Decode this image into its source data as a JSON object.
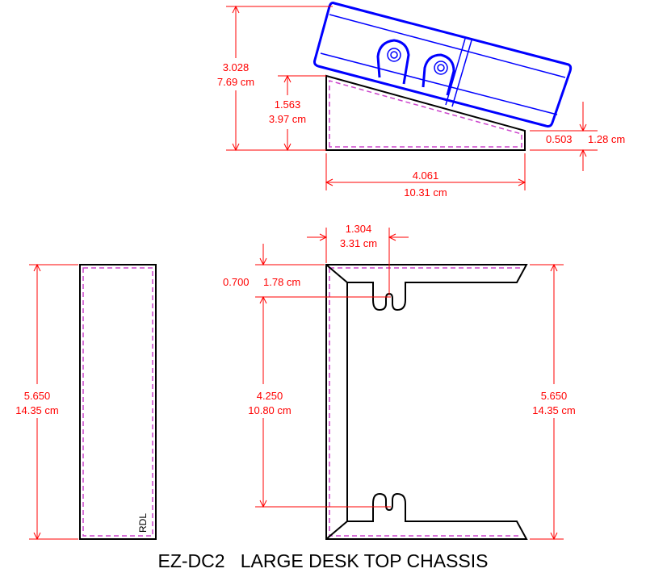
{
  "title": "EZ-DC2   LARGE DESK TOP CHASSIS",
  "side_panel_label": "RDL",
  "colors": {
    "dimension": "#ff0000",
    "outline": "#000000",
    "inner_dashed": "#cc44cc",
    "module": "#0000ff"
  },
  "side_view": {
    "total_height": {
      "in": "3.028",
      "cm": "7.69 cm"
    },
    "wedge_height": {
      "in": "1.563",
      "cm": "3.97 cm"
    },
    "front_height": {
      "in": "0.503",
      "cm": "1.28 cm"
    },
    "depth": {
      "in": "4.061",
      "cm": "10.31 cm"
    }
  },
  "end_panel": {
    "length": {
      "in": "5.650",
      "cm": "14.35 cm"
    }
  },
  "top_view": {
    "slot_offset": {
      "in": "1.304",
      "cm": "3.31 cm"
    },
    "slot_depth": {
      "in": "0.700",
      "cm": "1.78 cm"
    },
    "slot_spacing": {
      "in": "4.250",
      "cm": "10.80 cm"
    },
    "length": {
      "in": "5.650",
      "cm": "14.35 cm"
    }
  }
}
